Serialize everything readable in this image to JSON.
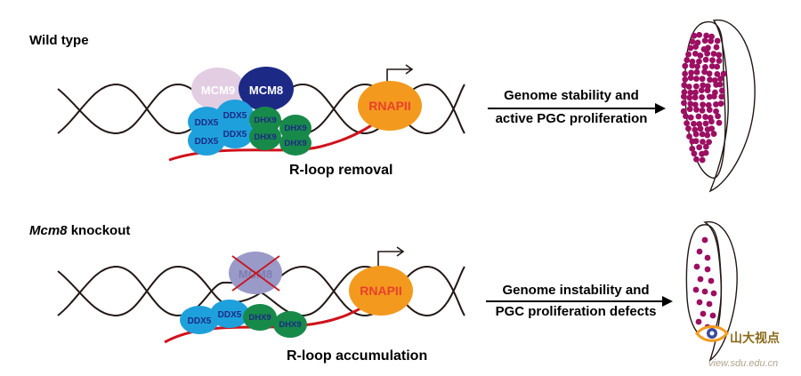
{
  "panels": {
    "wild_type": {
      "title": "Wild type",
      "proteins": {
        "mcm9": "MCM9",
        "mcm8": "MCM8",
        "ddx5_a": "DDX5",
        "ddx5_b": "DDX5",
        "ddx5_c": "DDX5",
        "ddx5_d": "DDX5",
        "dhx9_a": "DHX9",
        "dhx9_b": "DHX9",
        "dhx9_c": "DHX9",
        "dhx9_d": "DHX9",
        "rnapii": "RNAPII"
      },
      "process_label": "R-loop removal",
      "outcome_line1": "Genome stability and",
      "outcome_line2": "active PGC proliferation"
    },
    "knockout": {
      "title_gene": "Mcm8",
      "title_rest": " knockout",
      "proteins": {
        "mcm8": "MCM8",
        "ddx5_a": "DDX5",
        "ddx5_b": "DDX5",
        "dhx9_a": "DHX9",
        "dhx9_b": "DHX9",
        "rnapii": "RNAPII"
      },
      "process_label": "R-loop accumulation",
      "outcome_line1": "Genome instability and",
      "outcome_line2": "PGC proliferation defects"
    }
  },
  "watermark": {
    "logo_text": "山大视点",
    "url": "view.sdu.edu.cn"
  },
  "colors": {
    "dna": "#231815",
    "rna": "#d0121b",
    "mcm9": "#e3cde3",
    "mcm8": "#1d2a85",
    "ddx5": "#1ea0dc",
    "dhx9": "#178a4a",
    "rnapii": "#f39a1e",
    "rnapii_text": "#e8402c",
    "pgc": "#9c0f62",
    "mcm8_ko": "#9a9ac8",
    "cross": "#c8141e"
  }
}
